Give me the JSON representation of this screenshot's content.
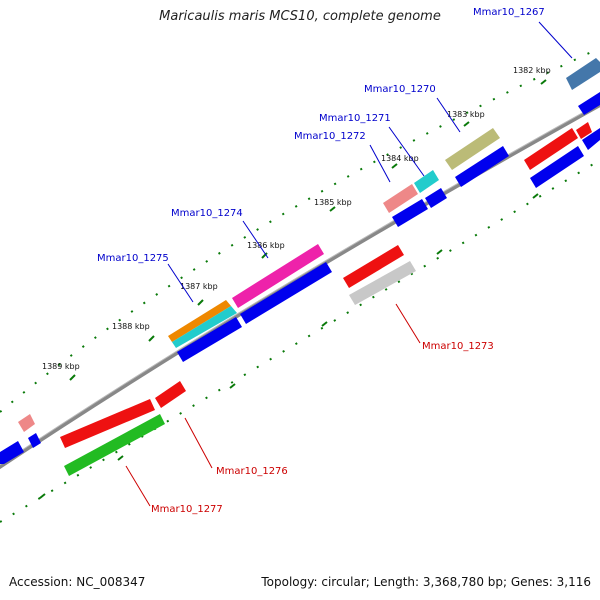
{
  "title": "Maricaulis maris MCS10, complete genome",
  "footer": {
    "accession": "Accession: NC_008347",
    "summary": "Topology: circular; Length: 3,368,780 bp; Genes: 3,116"
  },
  "kbp_labels": [
    "1382 kbp",
    "1383 kbp",
    "1384 kbp",
    "1385 kbp",
    "1386 kbp",
    "1387 kbp",
    "1388 kbp",
    "1389 kbp"
  ],
  "gene_labels": [
    {
      "text": "Mmar10_1267",
      "strand": "forward"
    },
    {
      "text": "Mmar10_1270",
      "strand": "forward"
    },
    {
      "text": "Mmar10_1271",
      "strand": "forward"
    },
    {
      "text": "Mmar10_1272",
      "strand": "forward"
    },
    {
      "text": "Mmar10_1274",
      "strand": "forward"
    },
    {
      "text": "Mmar10_1275",
      "strand": "forward"
    },
    {
      "text": "Mmar10_1273",
      "strand": "reverse"
    },
    {
      "text": "Mmar10_1276",
      "strand": "reverse"
    },
    {
      "text": "Mmar10_1277",
      "strand": "reverse"
    }
  ],
  "colors": {
    "backbone": "#888888",
    "tick": "#0a7a0a",
    "cds_blue": "#0000ee",
    "red": "#ee1111",
    "green": "#22bb22",
    "magenta": "#ee22aa",
    "orange": "#ee8800",
    "cyan": "#22cccc",
    "olive": "#bbbb77",
    "pink": "#ee8888",
    "gray": "#c8c8c8",
    "steel": "#4477aa",
    "label_forward": "#0000cc",
    "label_reverse": "#cc0000"
  }
}
